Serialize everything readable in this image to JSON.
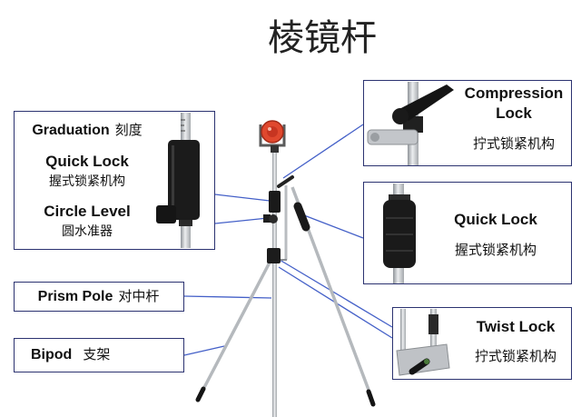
{
  "title": "棱镜杆",
  "callouts": {
    "graduation": {
      "en": "Graduation",
      "zh": "刻度"
    },
    "quick_lock_left": {
      "en": "Quick Lock",
      "zh": "握式锁紧机构"
    },
    "circle_level": {
      "en": "Circle Level",
      "zh": "圆水准器"
    },
    "prism_pole": {
      "en": "Prism Pole",
      "zh": "对中杆"
    },
    "bipod": {
      "en": "Bipod",
      "zh": "支架"
    },
    "compression_lock": {
      "en": "Compression Lock",
      "zh": "拧式锁紧机构"
    },
    "quick_lock_right": {
      "en": "Quick Lock",
      "zh": "握式锁紧机构"
    },
    "twist_lock": {
      "en": "Twist Lock",
      "zh": "拧式锁紧机构"
    }
  },
  "colors": {
    "box_border": "#2b3270",
    "leader_line": "#4460c8",
    "prism_red": "#e0482e",
    "grip_black": "#1a1a1a",
    "pole_silver": "#c4c7cb"
  }
}
